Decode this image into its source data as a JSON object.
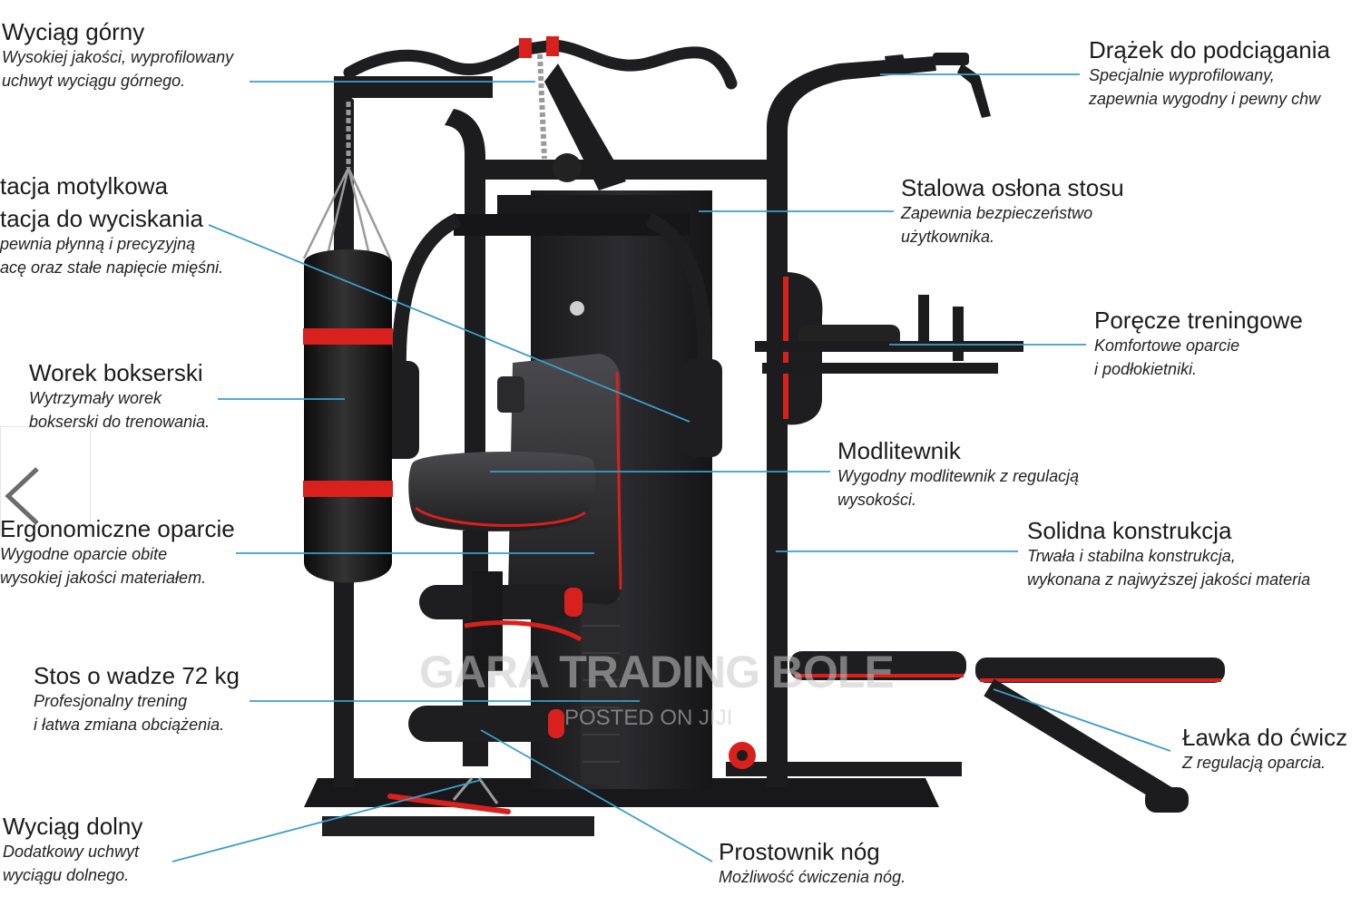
{
  "labels": {
    "upper_pulley": {
      "title": "Wyciąg górny",
      "desc1": "Wysokiej jakości, wyprofilowany",
      "desc2": "uchwyt wyciągu górnego."
    },
    "butterfly": {
      "title1": "tacja motylkowa",
      "title2": "tacja do wyciskania",
      "desc1": "pewnia płynną i precyzyjną",
      "desc2": "acę oraz stałe napięcie mięśni."
    },
    "punching_bag": {
      "title": "Worek bokserski",
      "desc1": "Wytrzymały worek",
      "desc2": "bokserski do trenowania."
    },
    "backrest": {
      "title": "Ergonomiczne oparcie",
      "desc1": "Wygodne oparcie obite",
      "desc2": "wysokiej jakości materiałem."
    },
    "weight_stack": {
      "title": "Stos o wadze 72 kg",
      "desc1": "Profesjonalny trening",
      "desc2": "i łatwa zmiana obciążenia."
    },
    "lower_pulley": {
      "title": "Wyciąg dolny",
      "desc1": "Dodatkowy uchwyt",
      "desc2": "wyciągu dolnego."
    },
    "pullup_bar": {
      "title": "Drążek do podciągania",
      "desc1": "Specjalnie wyprofilowany,",
      "desc2": "zapewnia wygodny i pewny chw"
    },
    "stack_guard": {
      "title": "Stalowa osłona stosu",
      "desc1": "Zapewnia bezpieczeństwo",
      "desc2": "użytkownika."
    },
    "dip_bars": {
      "title": "Poręcze treningowe",
      "desc1": "Komfortowe oparcie",
      "desc2": "i podłokietniki."
    },
    "preacher": {
      "title": "Modlitewnik",
      "desc1": "Wygodny modlitewnik z regulacją",
      "desc2": "wysokości."
    },
    "frame": {
      "title": "Solidna konstrukcja",
      "desc1": "Trwała i stabilna konstrukcja,",
      "desc2": "wykonana z najwyższej jakości materia"
    },
    "bench": {
      "title": "Ławka do ćwicz",
      "desc1": "Z regulacją oparcia."
    },
    "leg_extension": {
      "title": "Prostownik nóg",
      "desc1": "Możliwość ćwiczenia nóg."
    }
  },
  "watermark": {
    "line1": "GARA TRADING BOLE",
    "line2": "POSTED ON JIJI"
  },
  "colors": {
    "frame": "#1c1c1e",
    "accent_red": "#d8201c",
    "leader_line": "#3a9ec9",
    "upholstery": "#2a2a2d"
  },
  "icons": {
    "nav_prev": "chevron-left-icon"
  }
}
